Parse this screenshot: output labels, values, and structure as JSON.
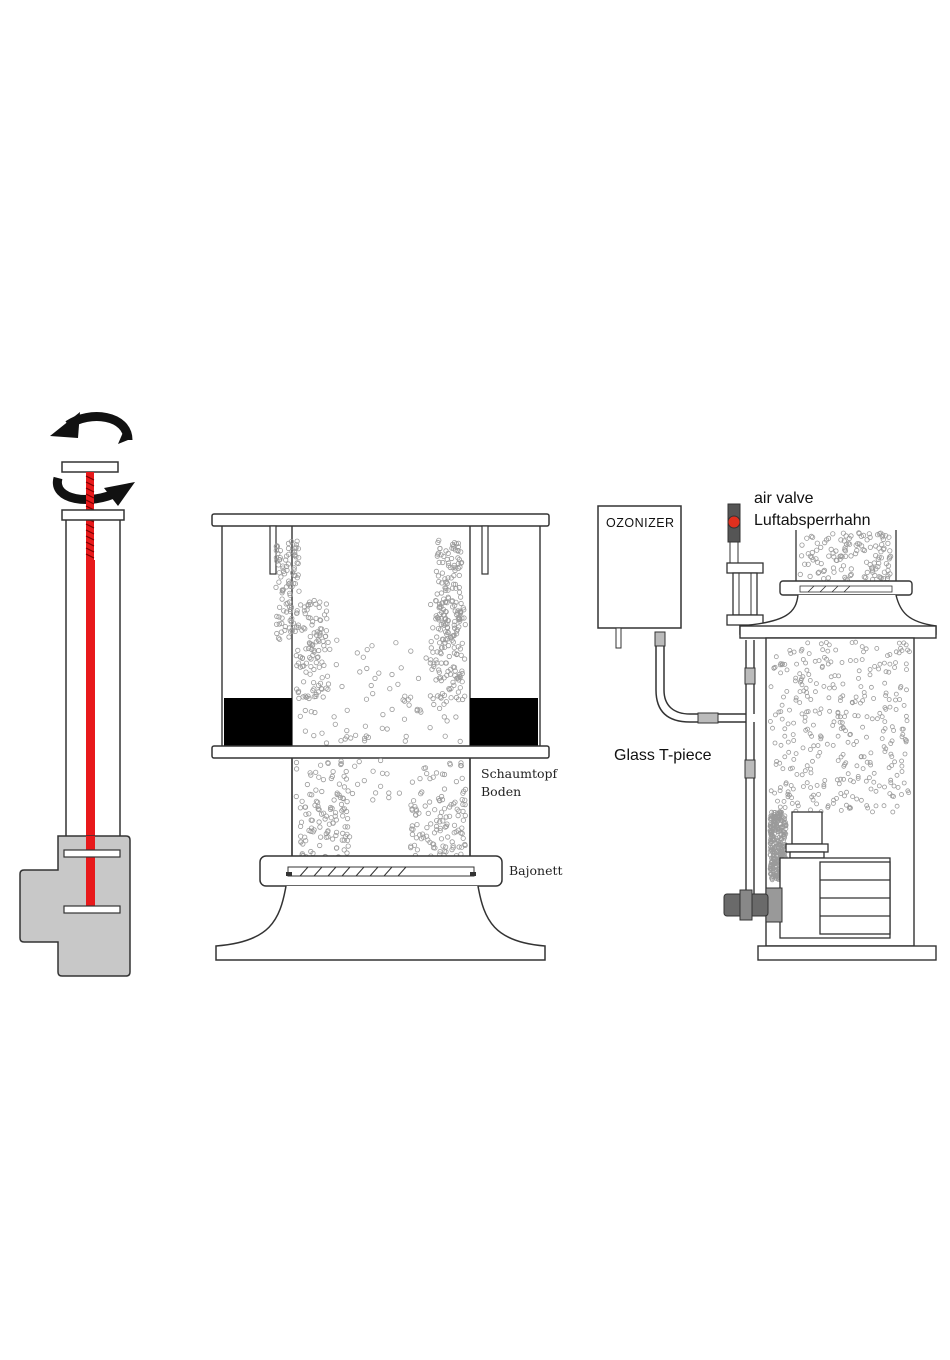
{
  "labels": {
    "schaumtopf": "Schaumtopf",
    "boden": "Boden",
    "bajonett": "Bajonett",
    "ozonizer": "OZONIZER",
    "air_valve": "air valve",
    "luftabsperrhahn": "Luftabsperrhahn",
    "glass_tpiece": "Glass T-piece"
  },
  "colors": {
    "outline": "#333333",
    "rod": "#e8191b",
    "housing": "#c8c8c8",
    "media": "#000000",
    "bubble": "#9a9a9a",
    "valve": "#e0301e",
    "valve_body": "#555555",
    "hose_connector": "#bbbbbb"
  },
  "icons": {
    "rotation_arrow": "curved-rotation-arrow-icon"
  }
}
